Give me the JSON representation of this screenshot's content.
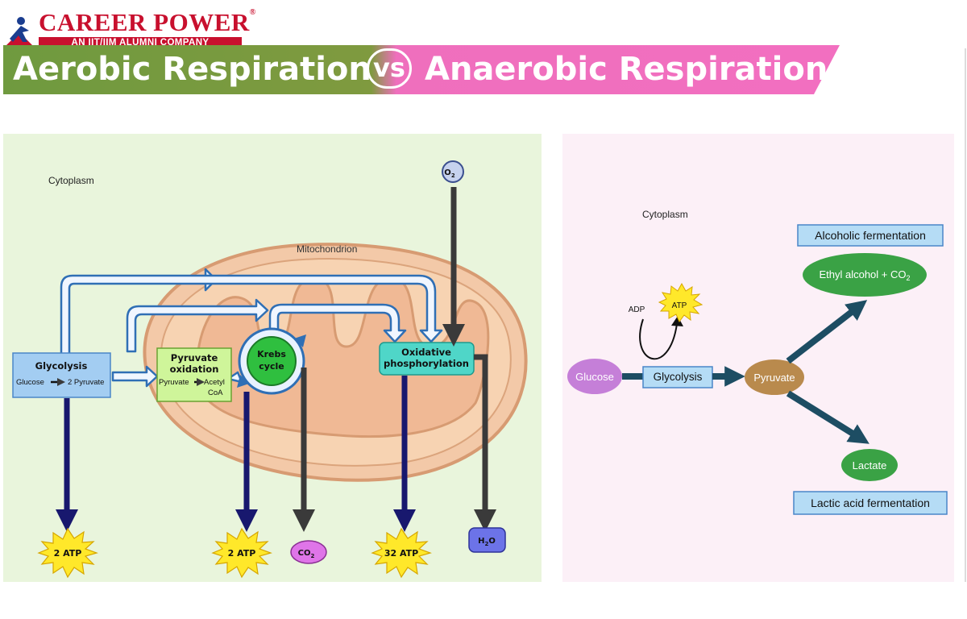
{
  "logo": {
    "brand": "CAREER POWER",
    "trademark": "®",
    "tagline": "AN IIT/IIM ALUMNI COMPANY"
  },
  "title": {
    "left": "Aerobic Respiration",
    "vs": "vs",
    "right": "Anaerobic Respiration"
  },
  "colors": {
    "green_banner": "#6f9a3f",
    "pink_banner": "#ef6fbd",
    "aerobic_bg": "#e9f5dc",
    "anaerobic_bg": "#fcf0f7",
    "arrow_navy": "#18186e",
    "arrow_teal": "#1d4d63"
  },
  "aerobic": {
    "cytoplasm": "Cytoplasm",
    "mitochondrion": "Mitochondrion",
    "oxygen": "O",
    "oxygen_sub": "2",
    "glycolysis_title": "Glycolysis",
    "glycolysis_sub_left": "Glucose",
    "glycolysis_sub_right": "2 Pyruvate",
    "pyruvate_title_1": "Pyruvate",
    "pyruvate_title_2": "oxidation",
    "pyruvate_sub_left": "Pyruvate",
    "pyruvate_sub_right": "Acetyl",
    "pyruvate_sub_line2": "CoA",
    "krebs_1": "Krebs",
    "krebs_2": "cycle",
    "oxphos_1": "Oxidative",
    "oxphos_2": "phosphorylation",
    "atp_glycolysis": "2 ATP",
    "atp_krebs": "2 ATP",
    "atp_oxphos": "32 ATP",
    "co2": "CO",
    "co2_sub": "2",
    "h2o_h": "H",
    "h2o_sub": "2",
    "h2o_o": "O"
  },
  "anaerobic": {
    "cytoplasm": "Cytoplasm",
    "adp": "ADP",
    "atp": "ATP",
    "glucose": "Glucose",
    "glycolysis": "Glycolysis",
    "pyruvate": "Pyruvate",
    "alcoholic_fermentation": "Alcoholic fermentation",
    "ethyl": "Ethyl alcohol + CO",
    "ethyl_sub": "2",
    "lactate": "Lactate",
    "lactic_fermentation": "Lactic acid fermentation"
  }
}
